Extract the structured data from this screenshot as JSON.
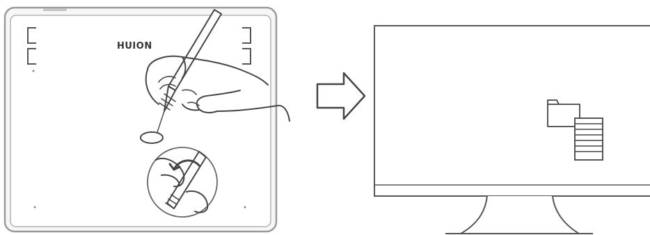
{
  "tablet": {
    "brand_label": "HUION"
  },
  "colors": {
    "stroke": "#555555",
    "tablet_border": "#9a9a9a",
    "background": "#ffffff"
  },
  "icons": {
    "arrow": "right-arrow-outline",
    "pen": "stylus-pen",
    "folder": "folder-icon",
    "document": "document-icon",
    "rotate": "curved-rotate-arrow"
  }
}
